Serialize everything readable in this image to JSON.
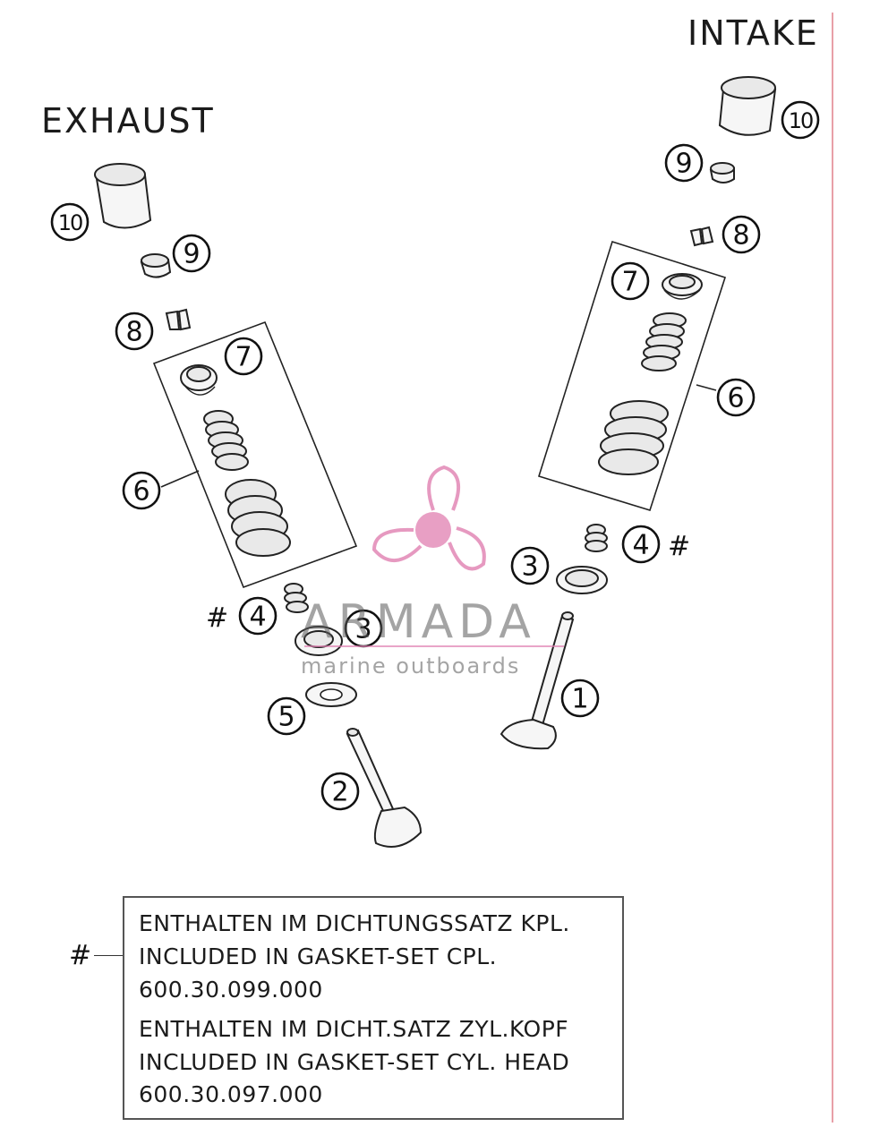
{
  "labels": {
    "exhaust": "EXHAUST",
    "intake": "INTAKE",
    "hash": "#"
  },
  "callouts": {
    "one": "1",
    "two": "2",
    "three": "3",
    "four": "4",
    "five": "5",
    "six": "6",
    "seven": "7",
    "eight": "8",
    "nine": "9",
    "ten": "10"
  },
  "legend": {
    "marker": "#",
    "line1": "ENTHALTEN IM DICHTUNGSSATZ KPL.",
    "line2": "INCLUDED IN GASKET-SET CPL.",
    "line3": "600.30.099.000",
    "line4": "ENTHALTEN IM DICHT.SATZ ZYL.KOPF",
    "line5": "INCLUDED IN GASKET-SET CYL. HEAD",
    "line6": "600.30.097.000"
  },
  "watermark": {
    "brand": "ARMADA",
    "tagline": "marine outboards",
    "color": "#e07fb0"
  }
}
